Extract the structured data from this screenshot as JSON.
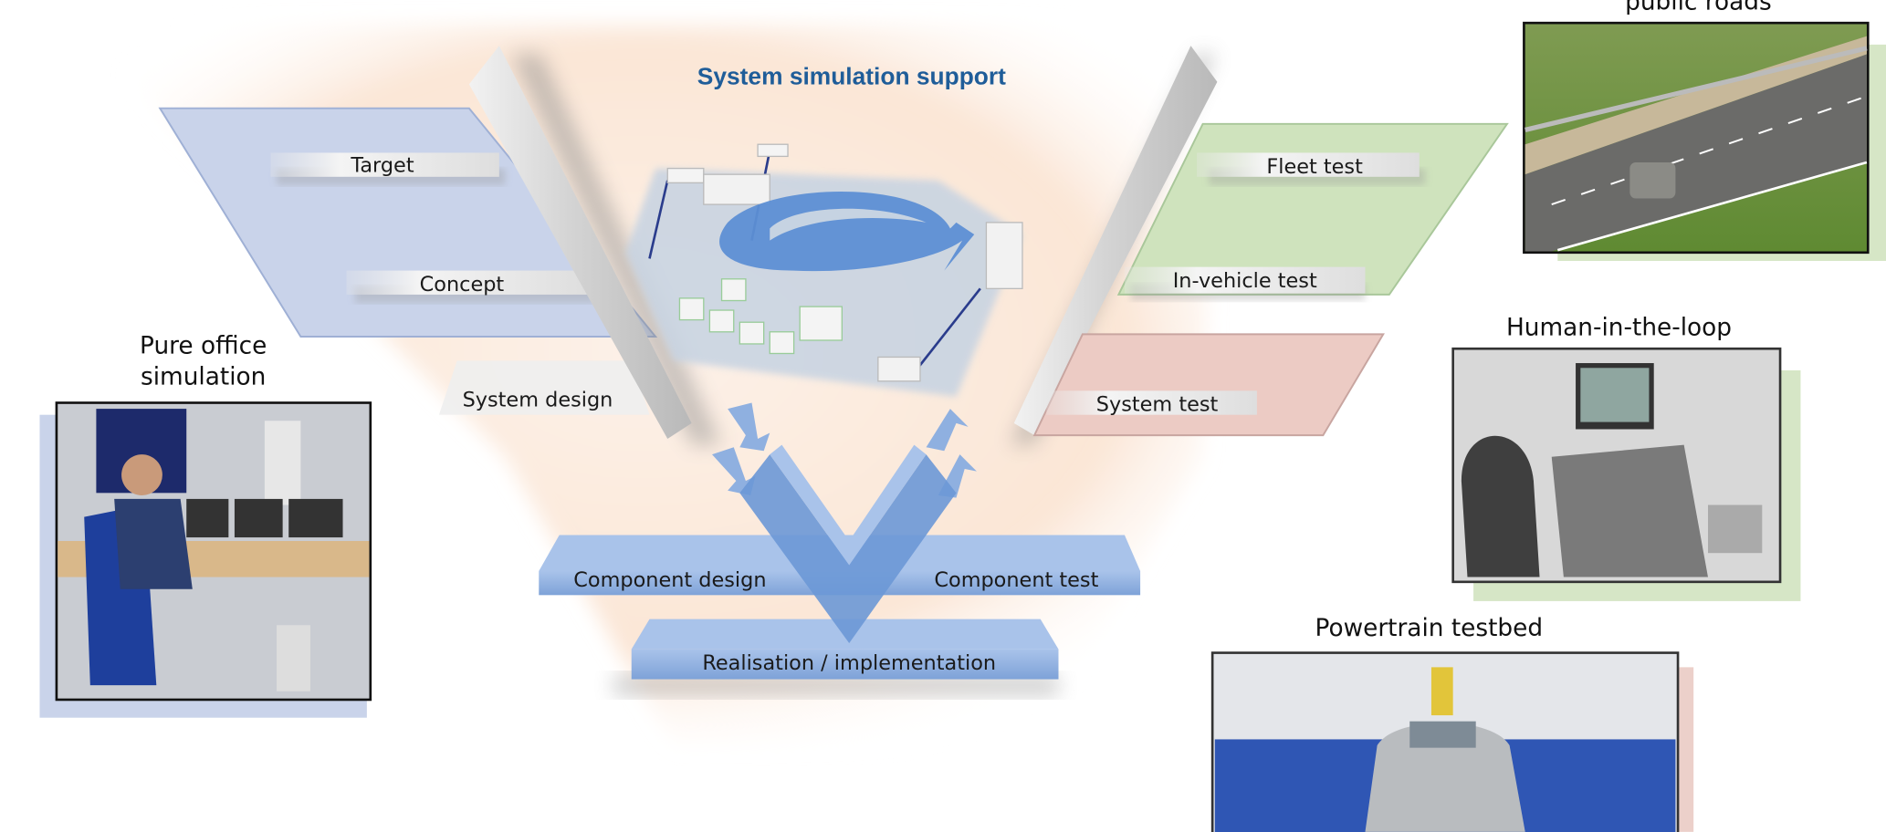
{
  "title": "System simulation support",
  "colors": {
    "title": "#1f5d99",
    "left_panel": "#c9d3ea",
    "green_panel": "#cfe3bd",
    "pink_panel": "#eccbc4",
    "blue_steps": "#8fb0e0",
    "glow": "#fbe6d6"
  },
  "left_levels": [
    {
      "label": "Target"
    },
    {
      "label": "Concept"
    },
    {
      "label": "System design"
    }
  ],
  "right_levels": [
    {
      "label": "Fleet test"
    },
    {
      "label": "In-vehicle test"
    },
    {
      "label": "System test"
    }
  ],
  "bottom_levels": {
    "component_design": "Component design",
    "component_test": "Component test",
    "realisation": "Realisation / implementation"
  },
  "photos": {
    "office": {
      "caption_line1": "Pure office",
      "caption_line2": "simulation"
    },
    "roads": {
      "caption": "public roads"
    },
    "hil": {
      "caption": "Human-in-the-loop"
    },
    "powertrain": {
      "caption": "Powertrain testbed"
    }
  }
}
